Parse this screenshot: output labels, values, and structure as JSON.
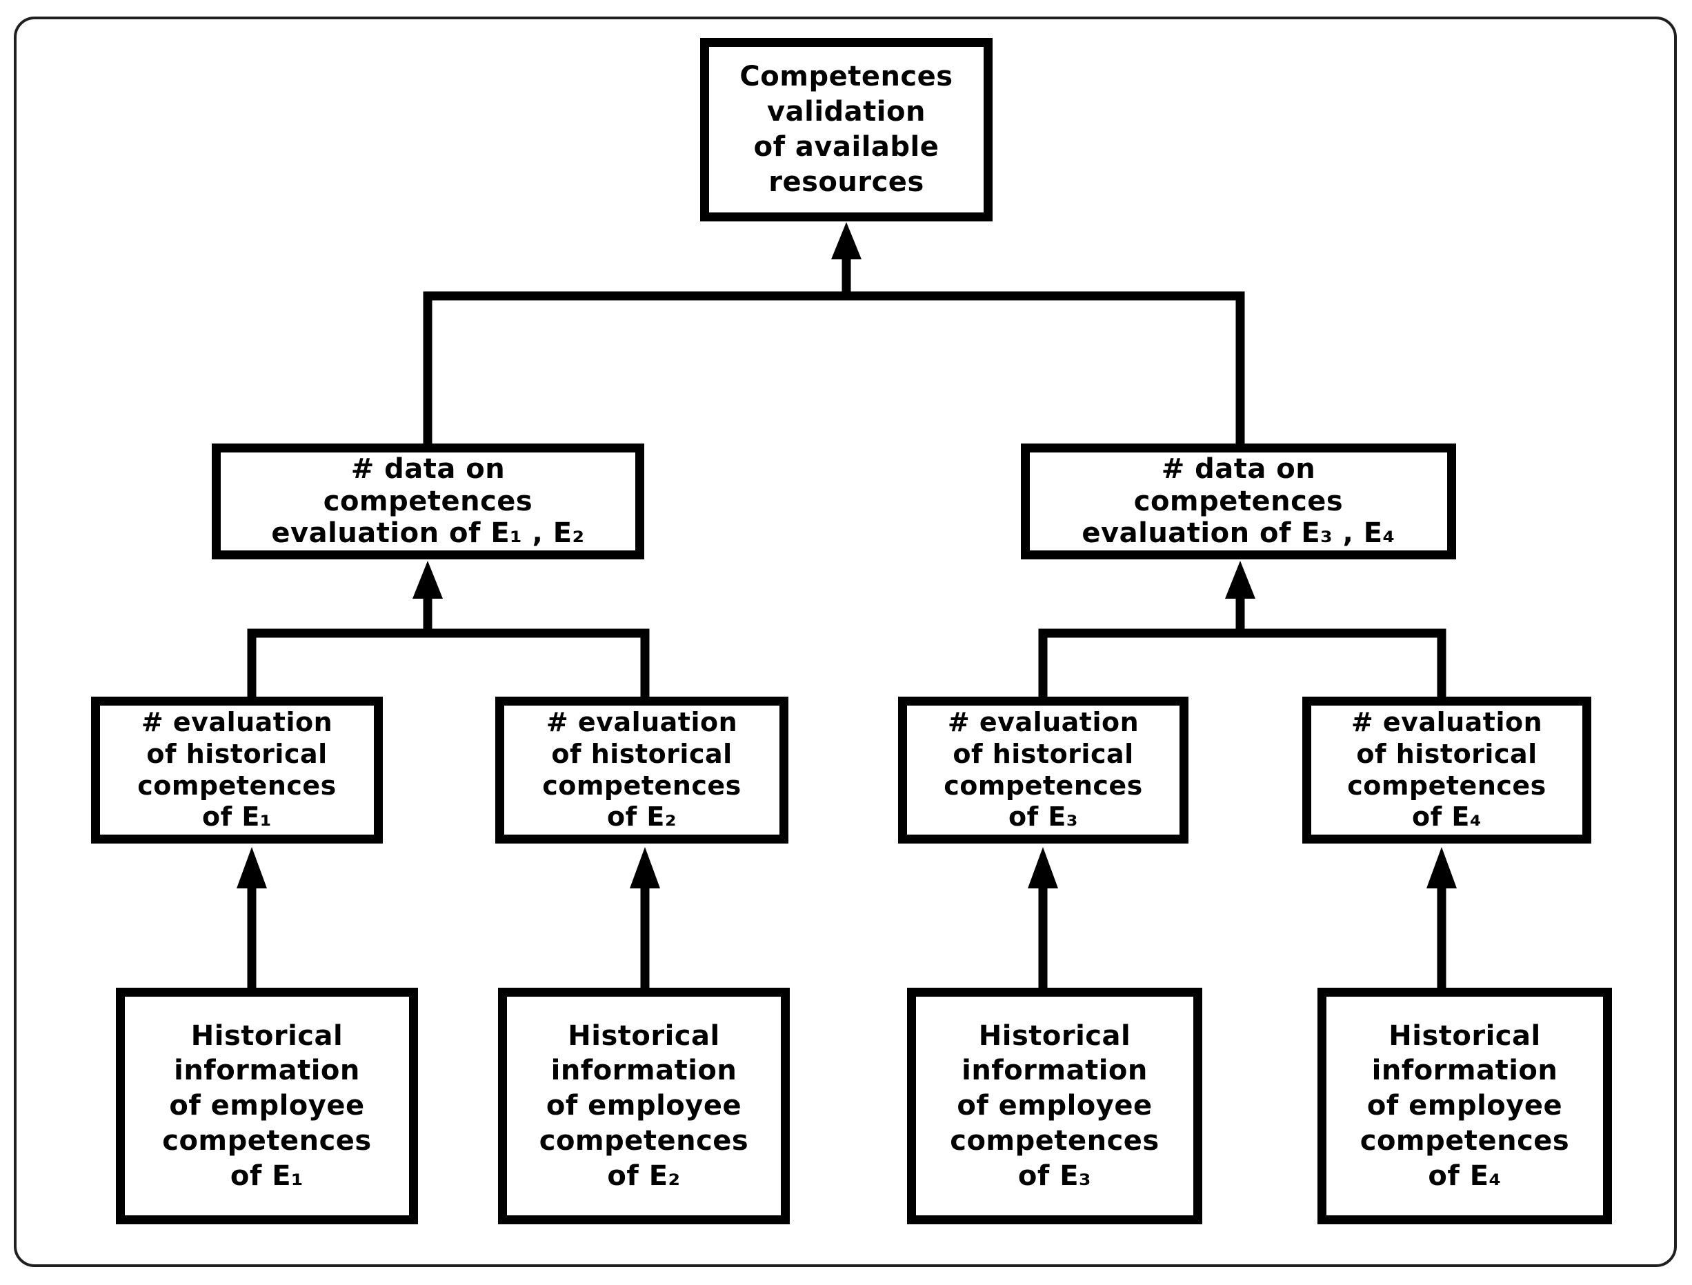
{
  "diagram": {
    "colors": {
      "ink": "#000000",
      "background": "#ffffff",
      "frame_border": "#1f1f1f"
    },
    "nodes": {
      "root": {
        "label": "Competences\nvalidation\nof available\nresources"
      },
      "level2": [
        {
          "label": "# data on\ncompetences\nevaluation of E₁ , E₂"
        },
        {
          "label": "# data on\ncompetences\nevaluation of E₃ , E₄"
        }
      ],
      "level3": [
        {
          "label": "# evaluation\nof historical\ncompetences\nof E₁"
        },
        {
          "label": "# evaluation\nof historical\ncompetences\nof E₂"
        },
        {
          "label": "# evaluation\nof historical\ncompetences\nof E₃"
        },
        {
          "label": "# evaluation\nof historical\ncompetences\nof E₄"
        }
      ],
      "level4": [
        {
          "label": "Historical\ninformation\nof employee\ncompetences\nof E₁"
        },
        {
          "label": "Historical\ninformation\nof employee\ncompetences\nof E₂"
        },
        {
          "label": "Historical\ninformation\nof employee\ncompetences\nof E₃"
        },
        {
          "label": "Historical\ninformation\nof employee\ncompetences\nof E₄"
        }
      ]
    }
  }
}
